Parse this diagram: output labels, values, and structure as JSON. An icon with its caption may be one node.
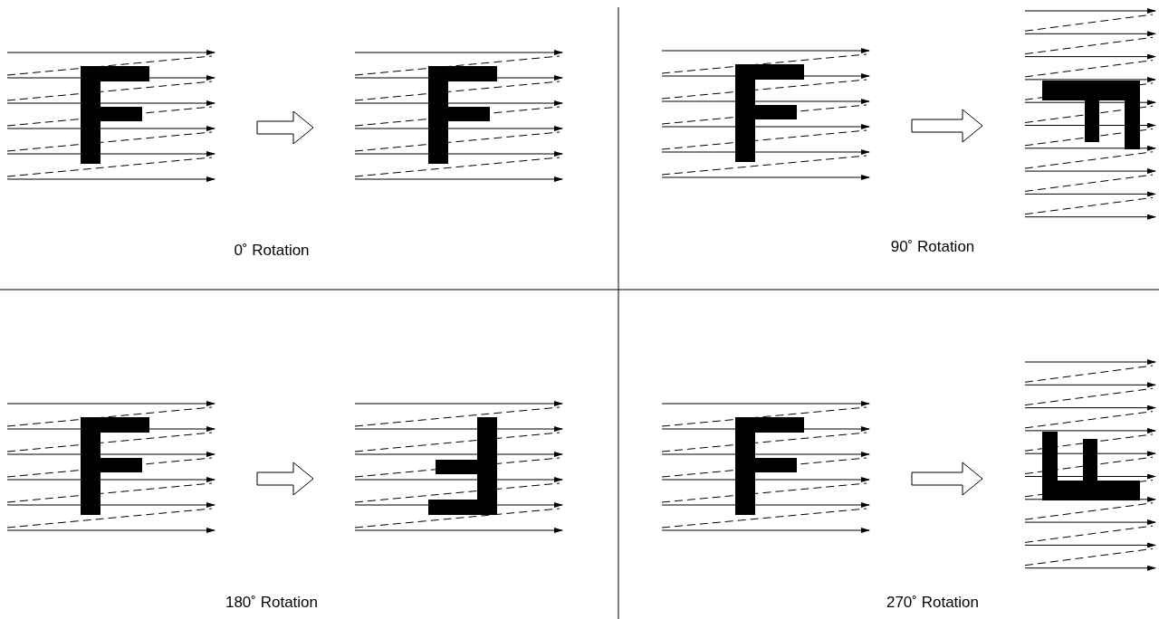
{
  "diagram": {
    "nodes": [
      {
        "text": [],
        "shape": "picture"
      },
      {
        "text": [],
        "shape": "picture"
      },
      {
        "text": [],
        "shape": "picture"
      },
      {
        "text": [],
        "shape": "picture"
      },
      {
        "text": [],
        "shape": "picture"
      },
      {
        "text": [],
        "shape": "picture"
      },
      {
        "text": [],
        "shape": "picture"
      },
      {
        "text": [],
        "shape": "picture"
      }
    ],
    "edges": [
      {
        "from": 0,
        "to": 1,
        "arrow": "to"
      },
      {
        "from": 2,
        "to": 3,
        "arrow": "to"
      },
      {
        "from": 4,
        "to": 5,
        "arrow": "to"
      },
      {
        "from": 6,
        "to": 7,
        "arrow": "to"
      }
    ],
    "labels": [
      "0˚ Rotation",
      "90˚ Rotation",
      "180˚ Rotation",
      "270˚ Rotation"
    ]
  }
}
